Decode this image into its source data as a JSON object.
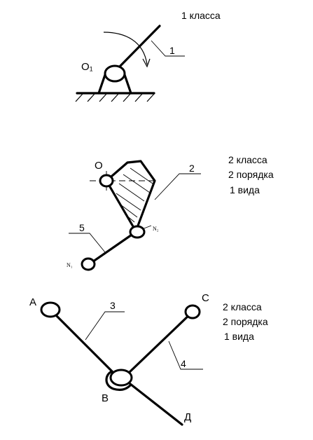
{
  "figure1": {
    "class_label": "1 класса",
    "pivot_label": "O₁",
    "link_number": "1"
  },
  "figure2": {
    "class_label": "2 класса",
    "order_label": "2 порядка",
    "kind_label": "1 вида",
    "pivot_label": "O",
    "link_number_top": "2",
    "link_number_bottom": "5",
    "joint_label_right": "N₂",
    "joint_label_left": "N₁"
  },
  "figure3": {
    "class_label": "2 класса",
    "order_label": "2 порядка",
    "kind_label": "1 вида",
    "point_a": "A",
    "point_b": "B",
    "point_c": "C",
    "point_d": "Д",
    "link_number_left": "3",
    "link_number_right": "4"
  }
}
